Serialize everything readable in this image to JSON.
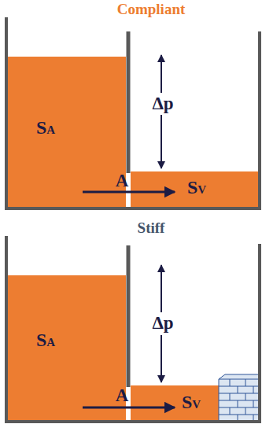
{
  "diagram": {
    "labels": [
      "Compliant",
      "SA",
      "Δp",
      "A",
      "SV",
      "Stiff",
      "SA",
      "Δp",
      "A",
      "SV"
    ]
  }
}
